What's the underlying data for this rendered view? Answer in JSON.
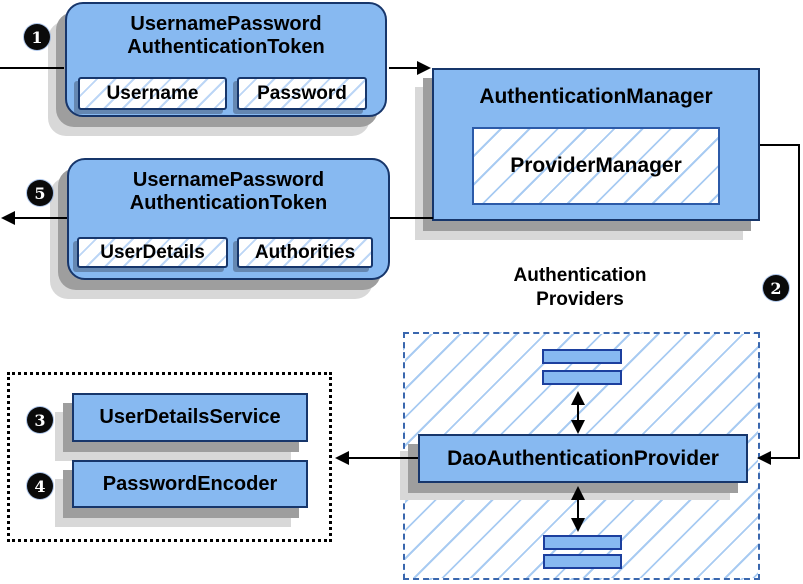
{
  "badges": {
    "s1": "1",
    "s2": "2",
    "s3": "3",
    "s4": "4",
    "s5": "5"
  },
  "token_request": {
    "title_line1": "UsernamePassword",
    "title_line2": "AuthenticationToken",
    "fields": [
      "Username",
      "Password"
    ]
  },
  "authentication_manager": {
    "title": "AuthenticationManager",
    "inner_label": "ProviderManager"
  },
  "token_result": {
    "title_line1": "UsernamePassword",
    "title_line2": "AuthenticationToken",
    "fields": [
      "UserDetails",
      "Authorities"
    ]
  },
  "providers_group": {
    "label_line1": "Authentication",
    "label_line2": "Providers",
    "provider": "DaoAuthenticationProvider"
  },
  "collaborators": {
    "items": [
      "UserDetailsService",
      "PasswordEncoder"
    ]
  },
  "colors": {
    "node_fill": "#87B9F1",
    "node_border": "#17366B",
    "hatch": "#A8CBF2",
    "dashed_border": "#3A67AE",
    "shadow_dark": "#9E9E9E",
    "shadow_light": "#D8D8D8",
    "line": "#000000"
  }
}
